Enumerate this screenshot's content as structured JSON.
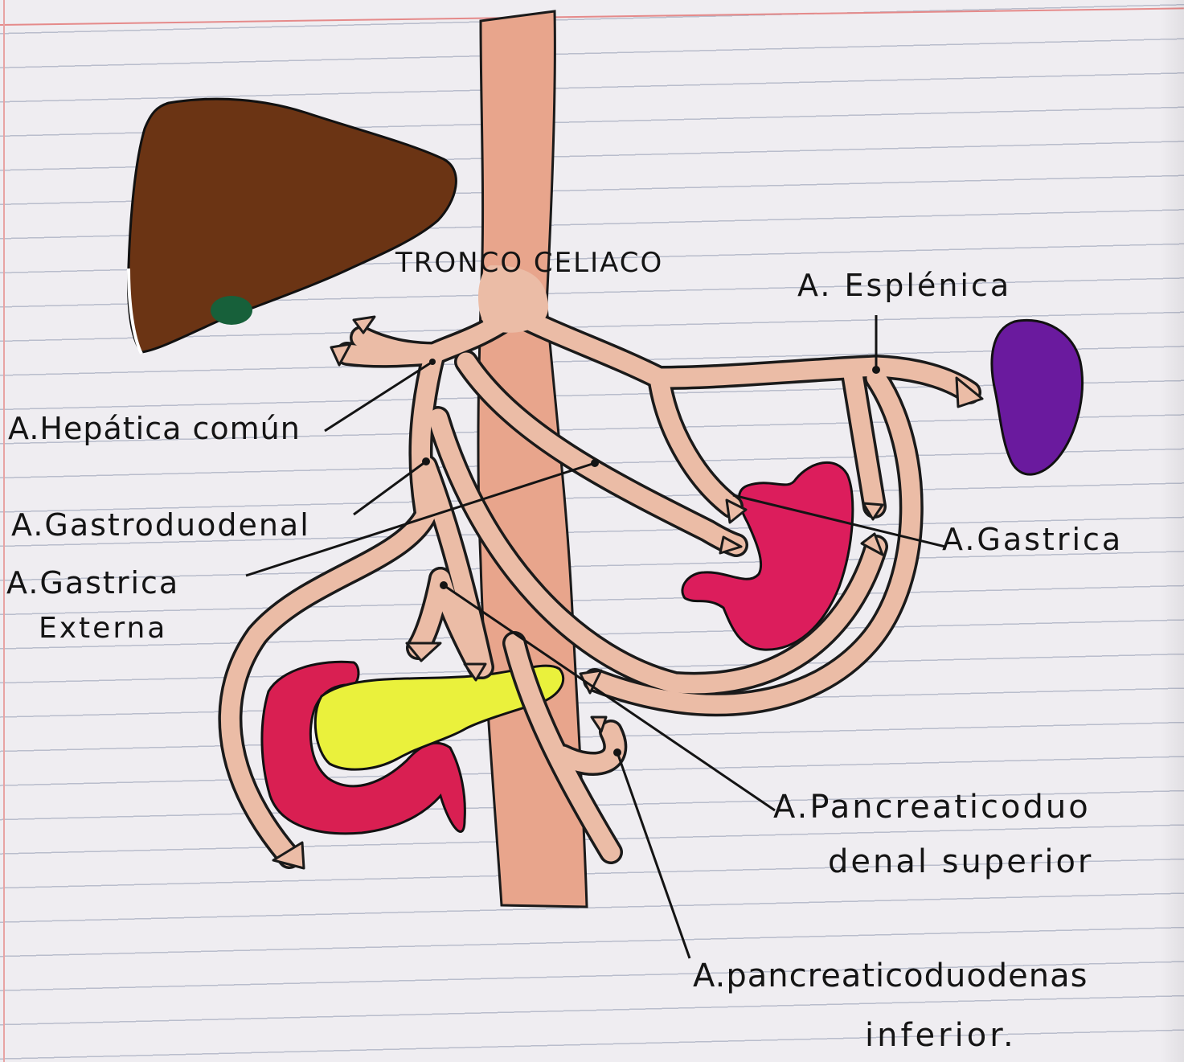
{
  "labels": {
    "tronco_celiaco": "TRONCO CELIACO",
    "esplenica": "A. Esplénica",
    "hepatica_comun": "A.Hepática común",
    "gastroduodenal": "A.Gastroduodenal",
    "gastrica_externa_line1": "A.Gastrica",
    "gastrica_externa_line2": "Externa",
    "gastrica": "A.Gastrica",
    "pancreaticoduodenal_superior_line1": "A.Pancreaticoduo",
    "pancreaticoduodenal_superior_line2": "denal superior",
    "pancreaticoduodenal_inferior_line1": "A.pancreaticoduodenas",
    "pancreaticoduodenal_inferior_line2": "inferior."
  },
  "colors": {
    "paper": "#efedf1",
    "ruled_line": "#b9bdcc",
    "margin_line": "#e58a8a",
    "aorta": "#e8a58c",
    "artery": "#e9b8a2",
    "liver": "#6b3414",
    "gallbladder": "#17603a",
    "spleen": "#6a1a9e",
    "stomach": "#dc1d5c",
    "pancreas": "#eaf13c",
    "duodenum": "#d91f52",
    "ink": "#141414"
  },
  "organs": [
    "liver-shape",
    "gallbladder-shape",
    "spleen-shape",
    "stomach-shape",
    "pancreas-shape",
    "duodenum-shape"
  ]
}
